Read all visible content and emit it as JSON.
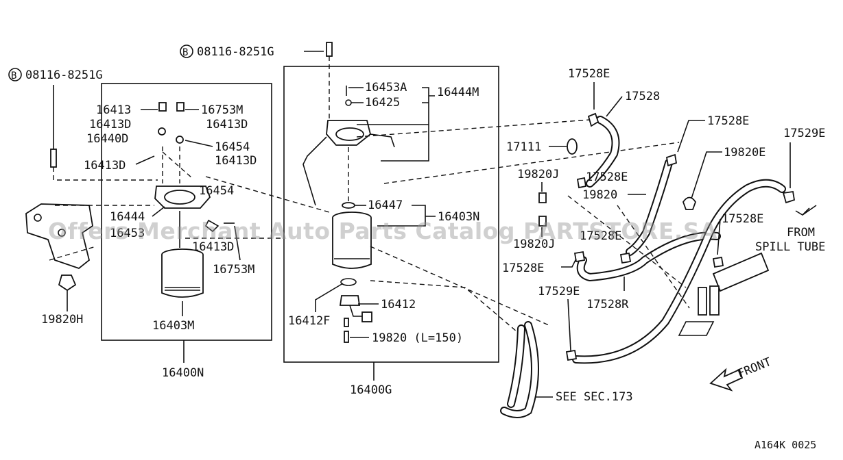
{
  "diagram_id": "A164K 0025",
  "watermark": "Offers Merchant Auto Parts Catalog PARTSTORE.SA",
  "bolt_left": {
    "badge": "B",
    "part": "08116-8251G"
  },
  "bolt_center": {
    "badge": "B",
    "part": "08116-8251G"
  },
  "left_assembly": {
    "number": "16400N",
    "labels": [
      "16413",
      "16413D",
      "16440D",
      "16413D",
      "16753M",
      "16413D",
      "16454",
      "16413D",
      "16454",
      "16444",
      "16453",
      "16413D",
      "16753M",
      "16403M",
      "19820H"
    ]
  },
  "center_assembly": {
    "number": "16400G",
    "labels": [
      "16453A",
      "16425",
      "16444M",
      "16447",
      "16403N",
      "16412",
      "16412F",
      "19820 (L=150)"
    ]
  },
  "right_section": {
    "labels": [
      "17528E",
      "17528",
      "17528E",
      "17529E",
      "17111",
      "19820J",
      "17528E",
      "19820",
      "19820E",
      "17528E",
      "19820J",
      "17528E",
      "17528E",
      "17529E",
      "17528R"
    ],
    "from_label_1": "FROM",
    "from_label_2": "SPILL TUBE",
    "see_sec": "SEE SEC.173",
    "front": "FRONT"
  }
}
